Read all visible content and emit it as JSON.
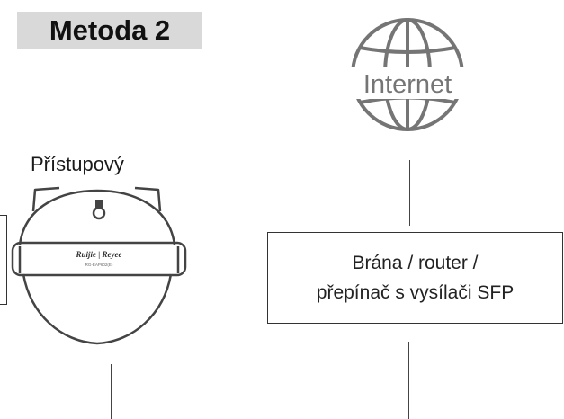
{
  "method": {
    "label": "Metoda 2"
  },
  "internet": {
    "label": "Internet",
    "icon": "globe-icon"
  },
  "access_point": {
    "label": "Přístupový",
    "brand": "Ruijie | Reyee",
    "model": "RG-EAP602(E)",
    "icon": "outdoor-access-point-icon"
  },
  "gateway": {
    "line1": "Brána / router /",
    "line2": "přepínač s vysílači SFP"
  },
  "colors": {
    "badge_bg": "#d9d9d9",
    "line": "#444444",
    "icon_stroke": "#757575"
  }
}
